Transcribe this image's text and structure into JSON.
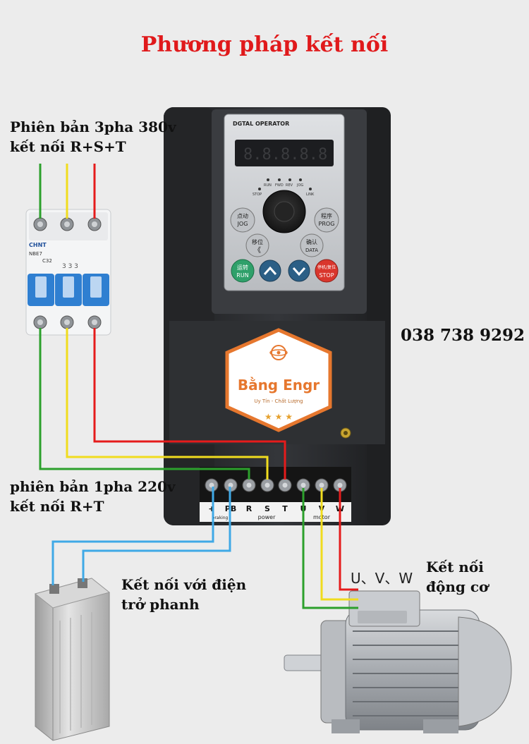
{
  "title": "Phương pháp kết nối",
  "three_phase": {
    "line1": "Phiên bản 3pha 380v",
    "line2": "kết nối R+S+T"
  },
  "single_phase": {
    "line1": "phiên bản 1pha 220v",
    "line2": "kết nối R+T"
  },
  "phone": "038 738 9292",
  "brake": {
    "line1": "Kết nối với điện",
    "line2": "trở phanh"
  },
  "motor": {
    "uvw": "U、V、W",
    "line1": "Kết nối",
    "line2": "động cơ"
  },
  "breaker": {
    "brand": "CHNT",
    "model": "NBE7",
    "rating": "C32",
    "numbers": "3 3 3"
  },
  "inverter": {
    "panel_label": "DGTAL OPERATOR",
    "display": "8.8.8.8.8",
    "leds": [
      "RUN",
      "FWD",
      "REV",
      "JOG",
      "STOP",
      "LINK"
    ],
    "buttons": {
      "jog": {
        "zh": "点动",
        "en": "JOG"
      },
      "prog": {
        "zh": "程序",
        "en": "PROG"
      },
      "shift": {
        "zh": "移位",
        "en": "《"
      },
      "data": {
        "zh": "确认",
        "en": "DATA"
      },
      "run": {
        "zh": "运转",
        "en": "RUN"
      },
      "stop": {
        "zh": "停机/复位",
        "en": "STOP"
      }
    },
    "logo_name": "Bằng Engr",
    "logo_tagline": "Uy Tín - Chất Lượng",
    "logo_stars": "★ ★ ★",
    "terminals": [
      "+",
      "PB",
      "R",
      "S",
      "T",
      "U",
      "V",
      "W"
    ],
    "group_braking": "braking",
    "group_power": "power",
    "group_motor": "motor"
  },
  "colors": {
    "title_red": "#e0191b",
    "wire_green": "#2ca02c",
    "wire_yellow": "#f0dc1e",
    "wire_red": "#e51b1b",
    "wire_blue": "#3fa9e6",
    "inverter_body": "#2b2c2e",
    "logo_orange": "#e6772e"
  }
}
